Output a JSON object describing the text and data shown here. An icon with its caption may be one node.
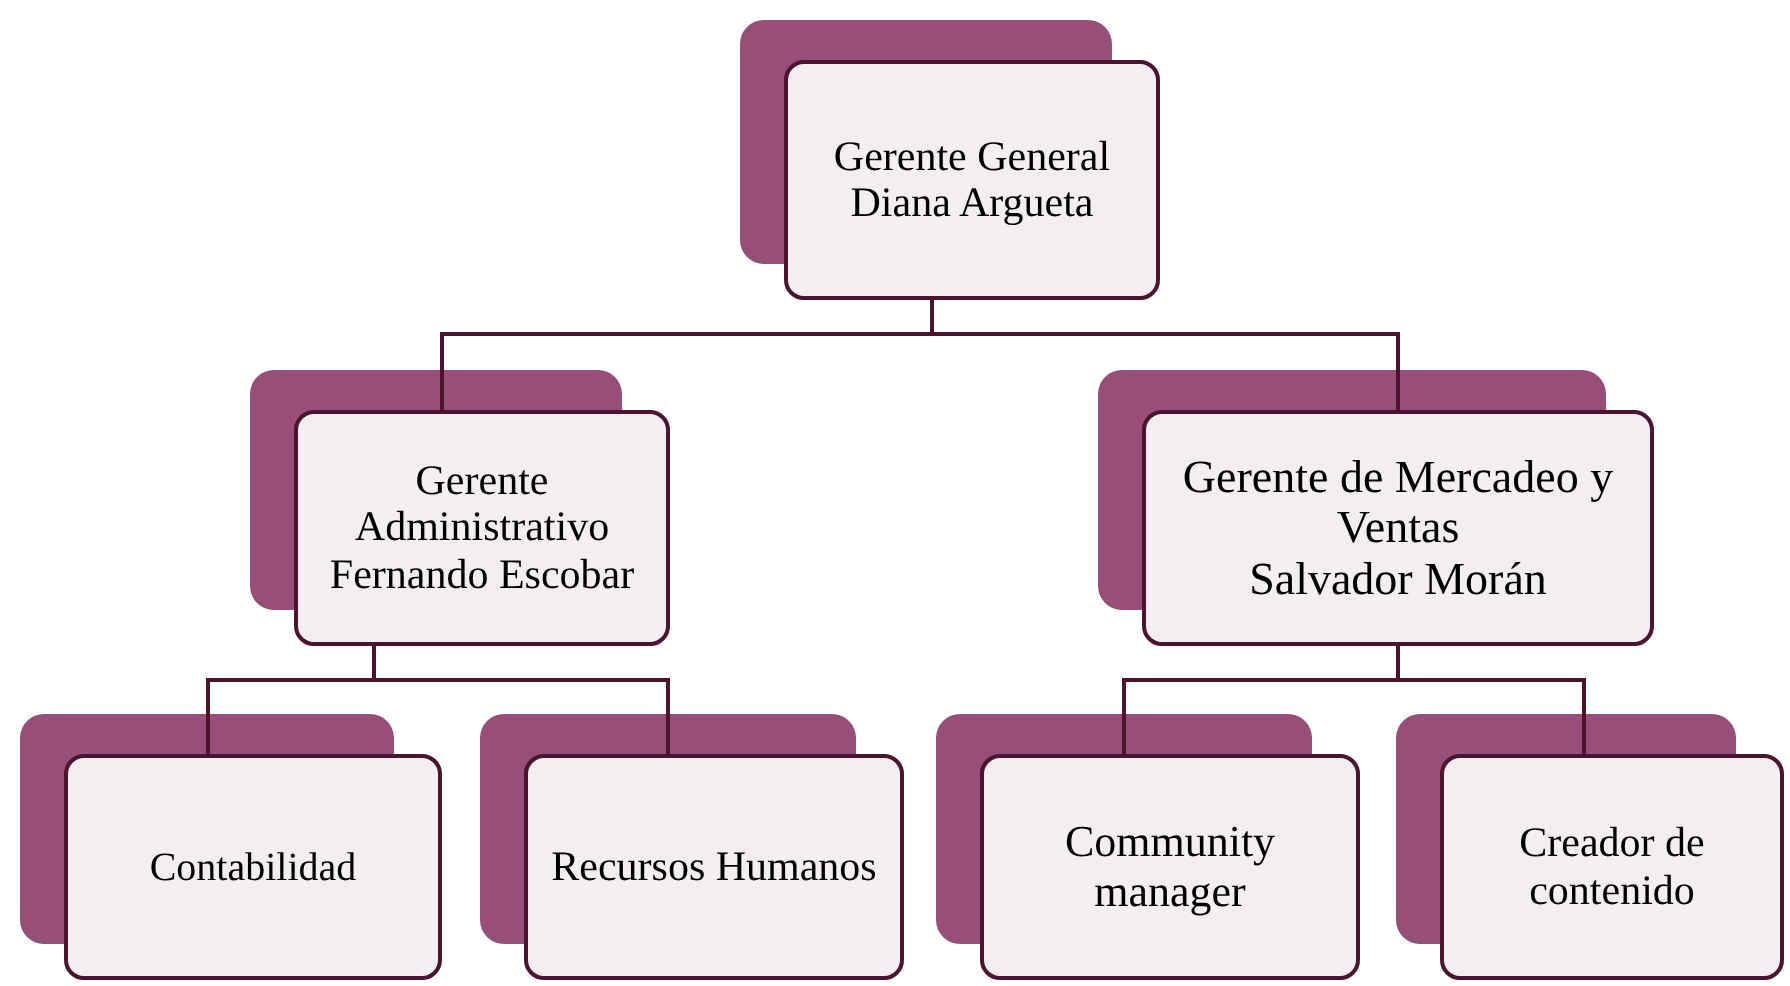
{
  "diagram": {
    "nodes": [
      {
        "text": [
          "Gerente General",
          "Diana Argueta"
        ]
      },
      {
        "text": [
          "Gerente Administrativo",
          "Fernando Escobar"
        ]
      },
      {
        "text": [
          "Gerente de Mercadeo y Ventas",
          "Salvador Morán"
        ]
      },
      {
        "text": [
          "Contabilidad"
        ]
      },
      {
        "text": [
          "Recursos Humanos"
        ]
      },
      {
        "text": [
          "Community manager"
        ]
      },
      {
        "text": [
          "Creador de contenido"
        ]
      }
    ],
    "edges": [
      {
        "from": 0,
        "to": 1,
        "arrow": "none"
      },
      {
        "from": 0,
        "to": 2,
        "arrow": "none"
      },
      {
        "from": 1,
        "to": 3,
        "arrow": "none"
      },
      {
        "from": 1,
        "to": 4,
        "arrow": "none"
      },
      {
        "from": 2,
        "to": 5,
        "arrow": "none"
      },
      {
        "from": 2,
        "to": 6,
        "arrow": "none"
      }
    ]
  }
}
